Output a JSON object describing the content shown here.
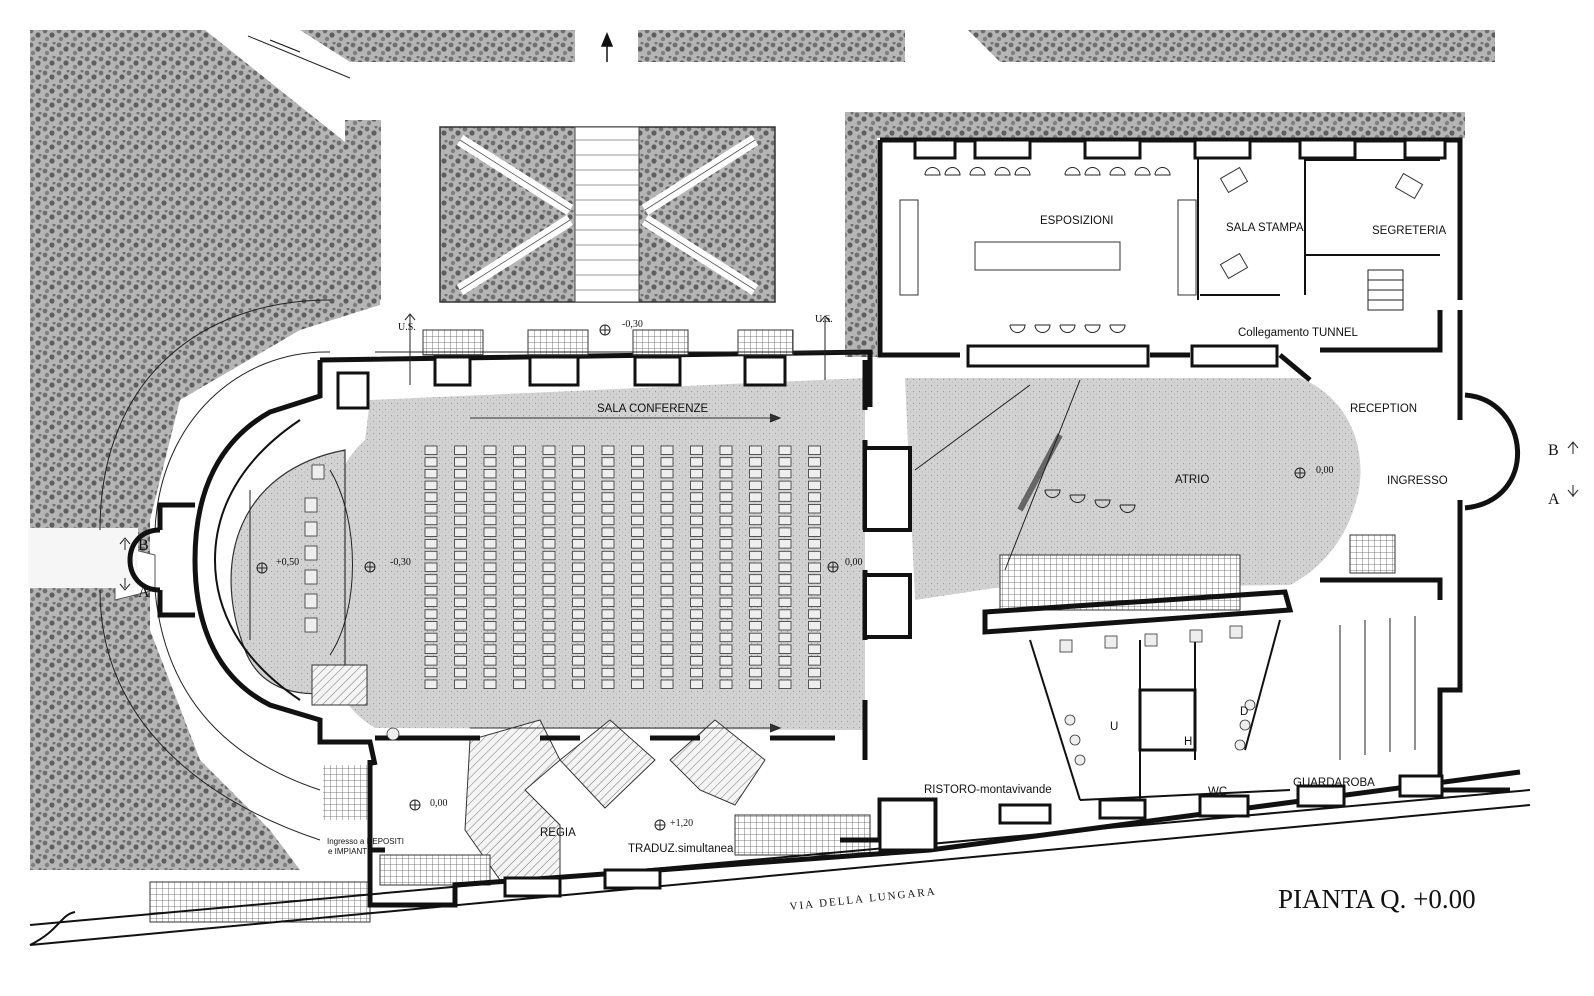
{
  "title": "PIANTA Q. +0.00",
  "street": "VIA DELLA LUNGARA",
  "rooms": {
    "sala_conferenze": "SALA CONFERENZE",
    "esposizioni": "ESPOSIZIONI",
    "sala_stampa": "SALA STAMPA",
    "segreteria": "SEGRETERIA",
    "collegamento": "Collegamento TUNNEL",
    "reception": "RECEPTION",
    "ingresso": "INGRESSO",
    "atrio": "ATRIO",
    "regia": "REGIA",
    "traduz": "TRADUZ.simultanea",
    "ristoro": "RISTORO-montavivande",
    "wc": "WC",
    "guardaroba": "GUARDAROBA",
    "wc_u": "U",
    "wc_d": "D",
    "wc_h": "H",
    "depositi_1": "Ingresso a DEPOSITI",
    "depositi_2": "e IMPIANTI"
  },
  "levels": {
    "courtyard": "-0,30",
    "stage": "+0,50",
    "hall_front": "-0,30",
    "hall_back": "0,00",
    "atrio": "0,00",
    "regia_entry": "0,00",
    "traduz": "+1,20"
  },
  "exits": {
    "left": "U.S.",
    "right": "U.S."
  },
  "sections": {
    "right_top": "B",
    "right_bottom": "A",
    "left_top": "B",
    "left_bottom": "A"
  },
  "colors": {
    "greenery": "#8a8a8a",
    "floor_fill": "#cfcfcf",
    "walls": "#111111",
    "paper": "#ffffff"
  }
}
